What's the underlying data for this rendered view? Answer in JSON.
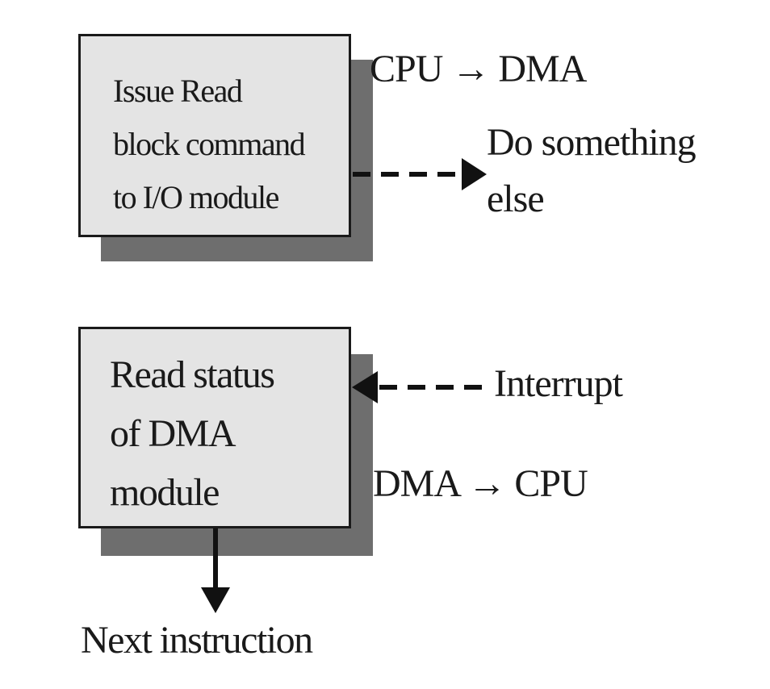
{
  "blocks": {
    "issue_read": {
      "text": "Issue Read\nblock command\nto I/O module"
    },
    "read_status": {
      "text": "Read status\nof DMA\nmodule"
    }
  },
  "labels": {
    "cpu_to_dma": "CPU → DMA",
    "do_something_else": "Do something\nelse",
    "interrupt": "Interrupt",
    "dma_to_cpu": "DMA → CPU",
    "next_instruction": "Next instruction"
  },
  "colors": {
    "box_fill": "#e4e4e4",
    "box_border": "#1a1a1a",
    "shadow": "#6e6e6e",
    "arrow": "#111111"
  }
}
